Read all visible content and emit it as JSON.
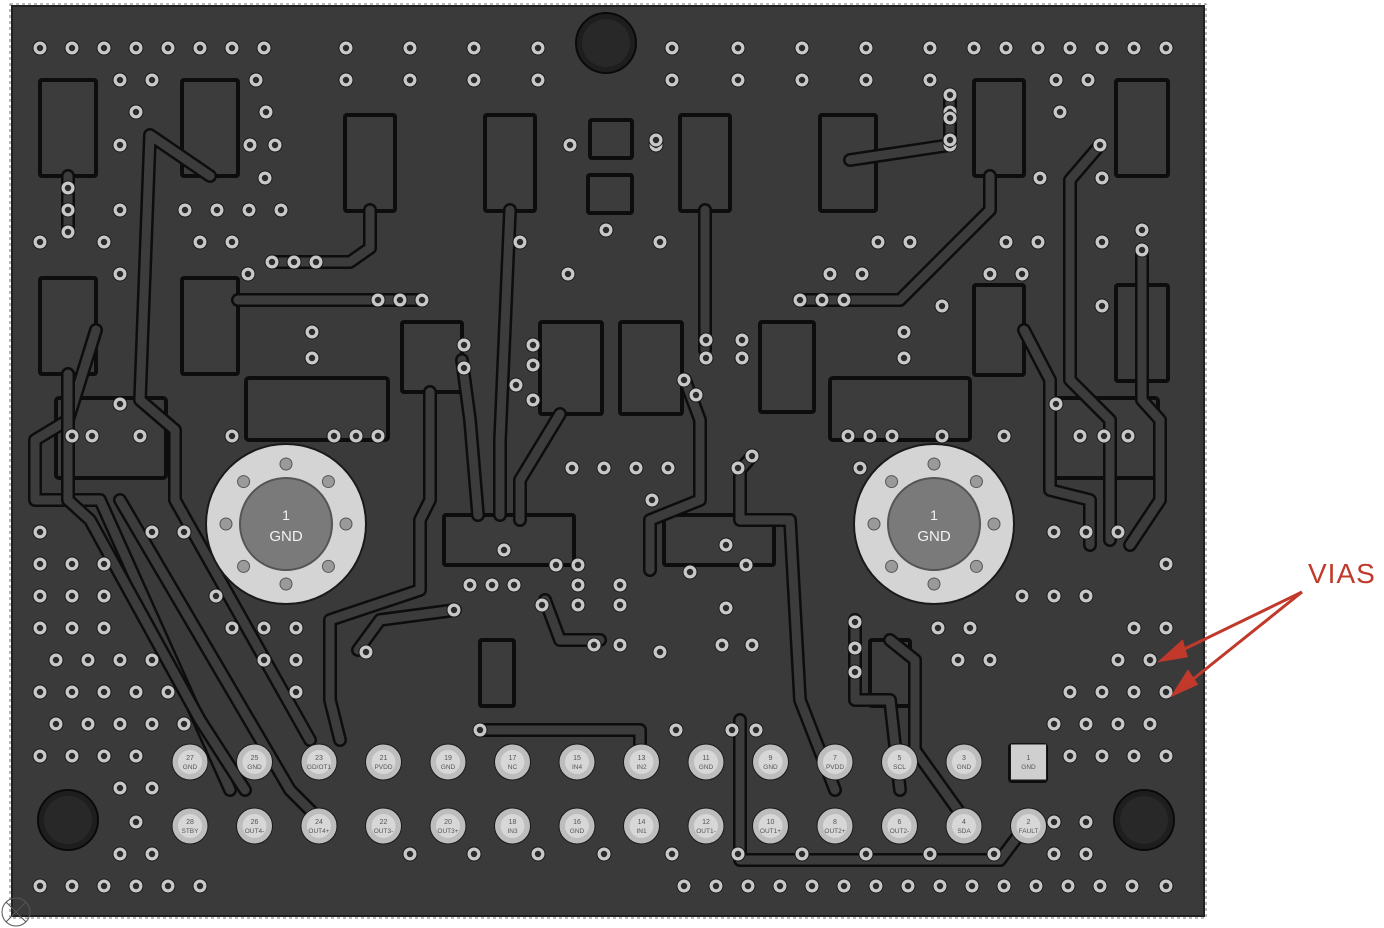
{
  "annotation": {
    "label": "VIAS",
    "color": "#c0392b"
  },
  "colors": {
    "board": "#3a3a3a",
    "trace_outline": "#0d0d0d",
    "via": "#c8c8c8",
    "pad": "#bdbdbd"
  },
  "mount_pads": [
    {
      "num": "1",
      "name": "GND"
    },
    {
      "num": "1",
      "name": "GND"
    }
  ],
  "header_top": [
    {
      "num": "27",
      "name": "GND"
    },
    {
      "num": "25",
      "name": "GND"
    },
    {
      "num": "23",
      "name": "GD/OT1"
    },
    {
      "num": "21",
      "name": "PVDD"
    },
    {
      "num": "19",
      "name": "GND"
    },
    {
      "num": "17",
      "name": "NC"
    },
    {
      "num": "15",
      "name": "IN4"
    },
    {
      "num": "13",
      "name": "IN2"
    },
    {
      "num": "11",
      "name": "GND"
    },
    {
      "num": "9",
      "name": "GND"
    },
    {
      "num": "7",
      "name": "PVDD"
    },
    {
      "num": "5",
      "name": "SCL"
    },
    {
      "num": "3",
      "name": "GND"
    },
    {
      "num": "1",
      "name": "GND"
    }
  ],
  "header_bottom": [
    {
      "num": "28",
      "name": "STBY"
    },
    {
      "num": "26",
      "name": "OUT4-"
    },
    {
      "num": "24",
      "name": "OUT4+"
    },
    {
      "num": "22",
      "name": "OUT3-"
    },
    {
      "num": "20",
      "name": "OUT3+"
    },
    {
      "num": "18",
      "name": "IN3"
    },
    {
      "num": "16",
      "name": "GND"
    },
    {
      "num": "14",
      "name": "IN1"
    },
    {
      "num": "12",
      "name": "OUT1-"
    },
    {
      "num": "10",
      "name": "OUT1+"
    },
    {
      "num": "8",
      "name": "OUT2+"
    },
    {
      "num": "6",
      "name": "OUT2-"
    },
    {
      "num": "4",
      "name": "SDA"
    },
    {
      "num": "2",
      "name": "FAULT"
    }
  ]
}
